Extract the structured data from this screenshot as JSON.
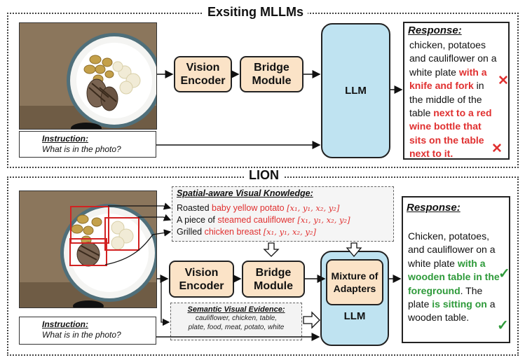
{
  "top": {
    "title": "Exsiting MLLMs",
    "vision_encoder": "Vision Encoder",
    "bridge_module": "Bridge Module",
    "llm": "LLM",
    "instruction_title": "Instruction:",
    "instruction_text": "What is in the photo?",
    "response_title": "Response:",
    "response_parts": [
      {
        "text": "chicken, potatoes and cauliflower on a white plate ",
        "style": "plain"
      },
      {
        "text": "with a knife and fork",
        "style": "red"
      },
      {
        "text": " in the middle of the table ",
        "style": "plain"
      },
      {
        "text": "next to a red wine bottle that sits on the table next to it.",
        "style": "red"
      }
    ],
    "wrong_mark": "✕"
  },
  "bottom": {
    "title": "LION",
    "vision_encoder": "Vision Encoder",
    "bridge_module": "Bridge Module",
    "mixture": "Mixture of Adapters",
    "llm": "LLM",
    "knowledge_title": "Spatial-aware Visual Knowledge:",
    "knowledge_rows": [
      {
        "prefix": "Roasted ",
        "highlight": "baby yellow potato",
        "coord": "[x₁, y₁, x₂, y₂]"
      },
      {
        "prefix": "A piece of ",
        "highlight": "steamed cauliflower",
        "coord": "[x₁, y₁, x₂, y₂]"
      },
      {
        "prefix": "Grilled ",
        "highlight": "chicken breast",
        "coord": "[x₁, y₁, x₂, y₂]"
      }
    ],
    "semantic_title": "Semantic Visual Evidence:",
    "semantic_line1": "cauliflower, chicken, table,",
    "semantic_line2": "plate, food, meat, potato, white",
    "instruction_title": "Instruction:",
    "instruction_text": "What is in the photo?",
    "response_title": "Response:",
    "response_parts": [
      {
        "text": "Chicken, potatoes, and cauliflower on a white plate ",
        "style": "plain"
      },
      {
        "text": "with a wooden table in the foreground",
        "style": "green"
      },
      {
        "text": ". The plate ",
        "style": "plain"
      },
      {
        "text": "is sitting on",
        "style": "green"
      },
      {
        "text": " a wooden table.",
        "style": "plain"
      }
    ],
    "correct_mark": "✓"
  },
  "colors": {
    "module_fill": "#fbe3c7",
    "llm_fill": "#bfe3f1",
    "error_red": "#e03030",
    "correct_green": "#2e9a3a",
    "grounding_box": "#d22222"
  }
}
